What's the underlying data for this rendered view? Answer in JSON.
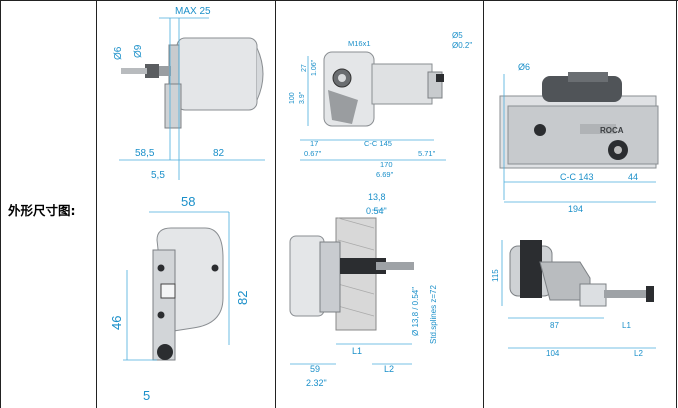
{
  "row_label": "外形尺寸图:",
  "col1": {
    "top": {
      "max": "MAX 25",
      "d6": "Ø6",
      "d9": "Ø9",
      "w1": "58,5",
      "w2": "82",
      "w3": "5,5"
    },
    "bottom": {
      "w": "58",
      "h": "82",
      "h2": "46",
      "w2": "5"
    }
  },
  "col2": {
    "top": {
      "thread": "M16x1",
      "d5": "Ø5",
      "d5in": "Ø0.2\"",
      "v27": "27",
      "v106": "1.06\"",
      "v100": "100",
      "v39": "3.9\"",
      "v17": "17",
      "v067": "0.67\"",
      "cc145": "C-C 145",
      "v571": "5.71\"",
      "v170": "170",
      "v669": "6.69\""
    },
    "bottom": {
      "v138": "13,8",
      "v054": "0.54\"",
      "shaft": "Ø 13,8 / 0.54\"",
      "splines": "Std.splines z=72",
      "l1": "L1",
      "l2": "L2",
      "v59": "59",
      "v232": "2.32\""
    }
  },
  "col3": {
    "top": {
      "d6": "Ø6",
      "cc143": "C-C 143",
      "v44": "44",
      "v194": "194",
      "brand": "ROCA"
    },
    "bottom": {
      "v115": "115",
      "v87": "87",
      "l1": "L1",
      "v104": "104",
      "l2": "L2"
    }
  }
}
